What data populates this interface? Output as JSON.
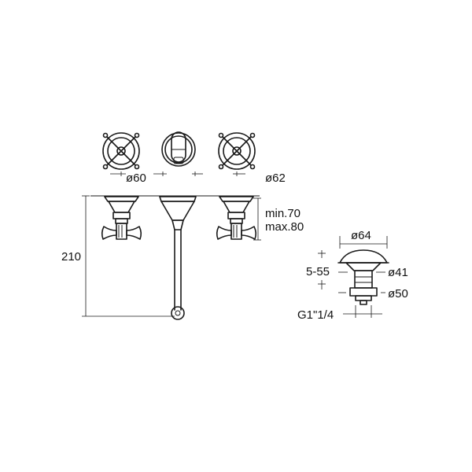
{
  "labels": {
    "handle_dia": "ø60",
    "spout_dia": "ø62",
    "projection_min": "min.70",
    "projection_max": "max.80",
    "height": "210",
    "drain_top_dia": "ø64",
    "drain_range": "5-55",
    "drain_mid_dia": "ø41",
    "drain_bottom_dia": "ø50",
    "drain_thread": "G1\"1/4"
  },
  "colors": {
    "line": "#1a1a1a",
    "background": "#ffffff"
  },
  "icons": {
    "handle": "cross-handle-icon",
    "spout": "spout-icon",
    "drain": "pop-up-drain-icon"
  }
}
